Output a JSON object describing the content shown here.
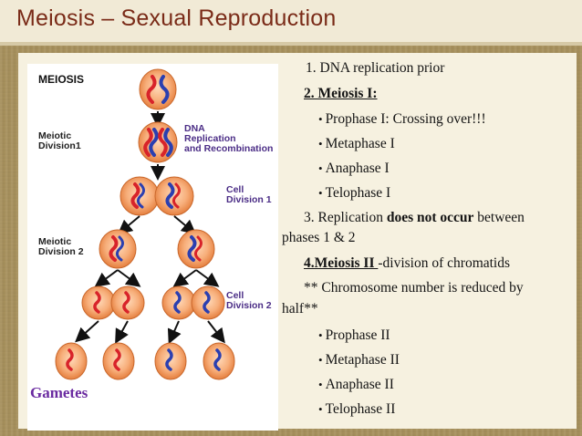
{
  "slide": {
    "title": "Meiosis – Sexual Reproduction"
  },
  "diagram": {
    "heading": "MEIOSIS",
    "meiotic_division_1": "Meiotic\nDivision1",
    "dna_replication": "DNA\nReplication\nand Recombination",
    "cell_division_1": "Cell\nDivision 1",
    "meiotic_division_2": "Meiotic\nDivision 2",
    "cell_division_2": "Cell\nDivision 2",
    "gametes": "Gametes"
  },
  "bullets": {
    "item1": "1. DNA replication prior",
    "item2": "2. Meiosis I: ",
    "meiosis1_phases": [
      "Prophase I: Crossing over!!!",
      "Metaphase I",
      "Anaphase I",
      "Telophase I"
    ],
    "item3_a": "3. Replication ",
    "item3_b": "does not occur",
    "item3_c": " between",
    "item3_d": "phases 1 & 2",
    "item4_a": "4.Meiosis II ",
    "item4_b": " -division of chromatids",
    "note_a": "** Chromosome number is reduced by",
    "note_b": "half**",
    "meiosis2_phases": [
      "Prophase II",
      "Metaphase II",
      "Anaphase II",
      "Telophase II"
    ]
  },
  "colors": {
    "title_text": "#7a2b18",
    "cell_fill": "#f2a06a",
    "maternal_chromosome": "#d8232a",
    "paternal_chromosome": "#2b3fb0",
    "arrow": "#111111",
    "gametes_text": "#6a2aa0"
  }
}
